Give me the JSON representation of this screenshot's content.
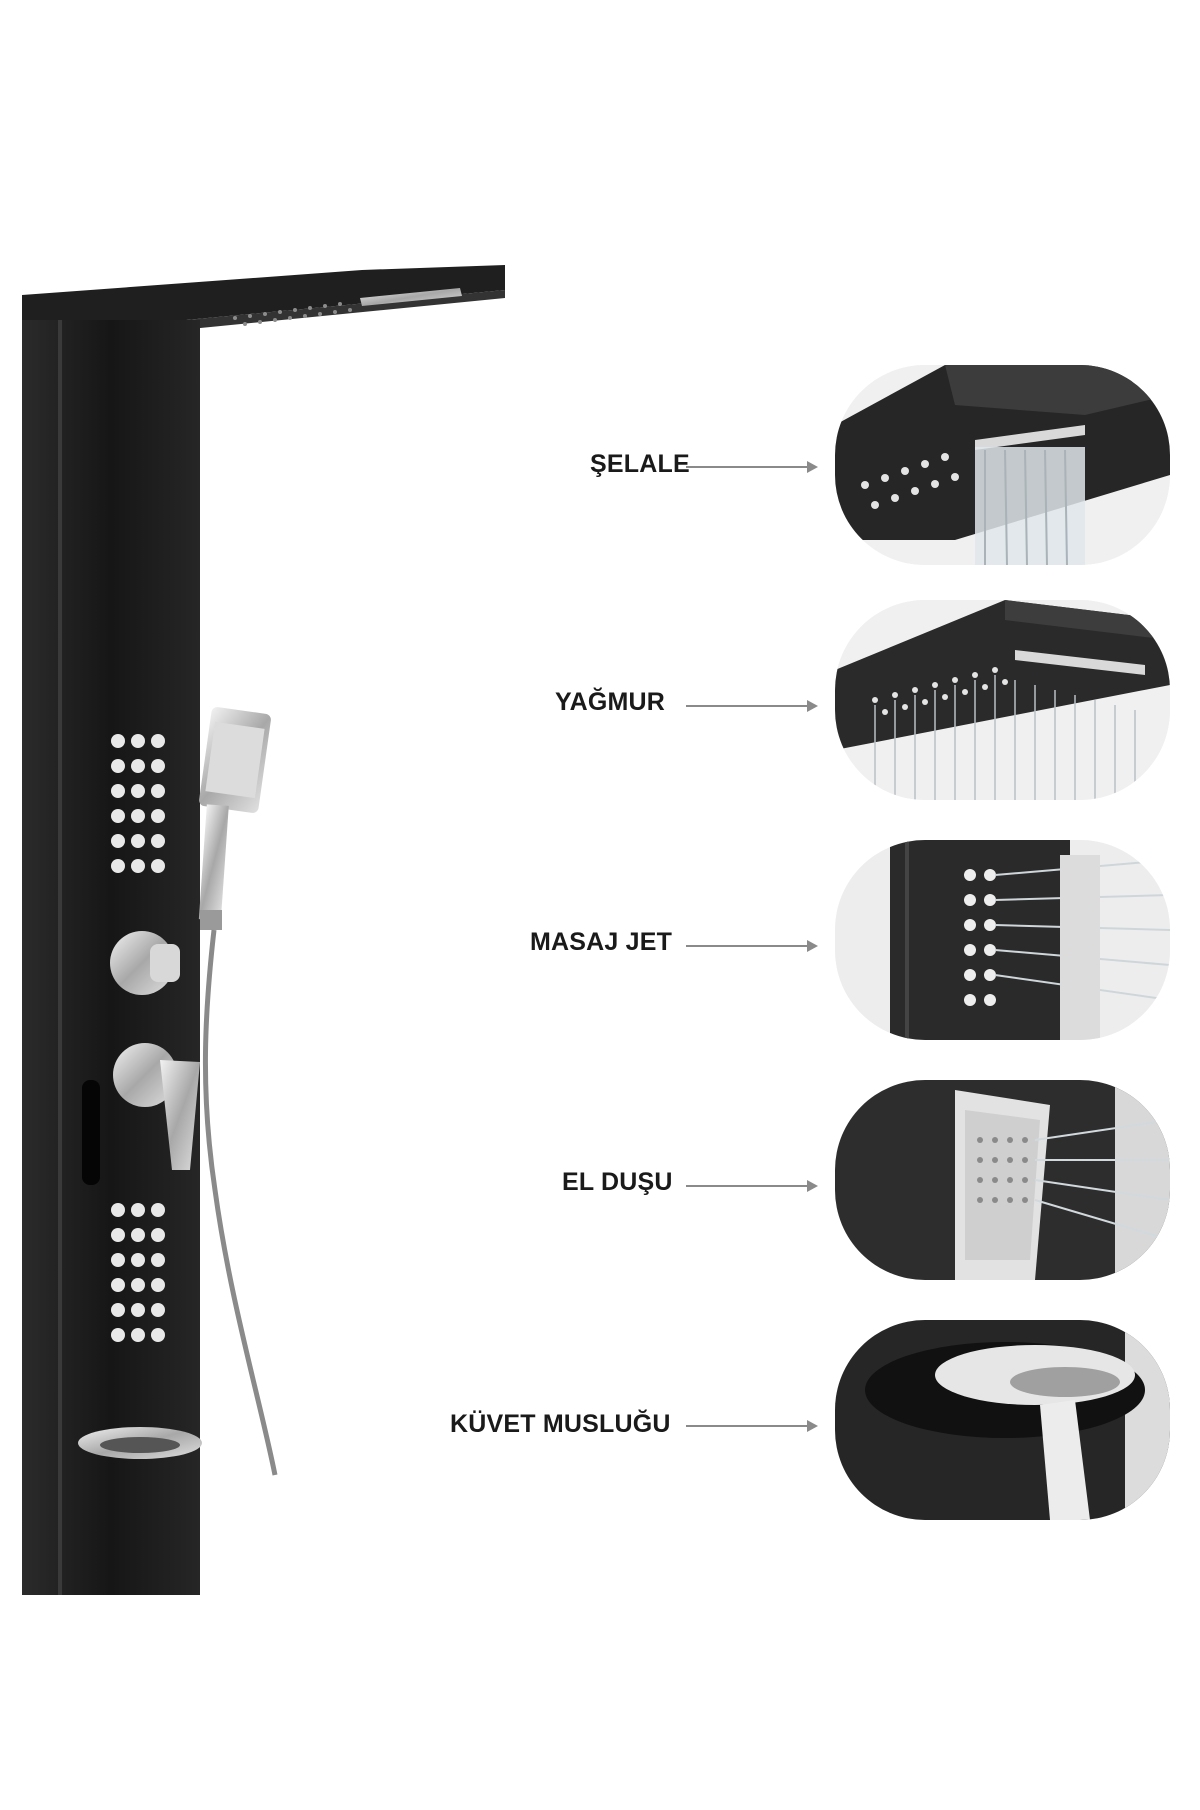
{
  "product": {
    "name": "shower-panel",
    "colors": {
      "panel": "#1e1e1e",
      "chrome": "#c9c9c9",
      "background": "#ffffff"
    }
  },
  "features": [
    {
      "label": "ŞELALE",
      "image": "waterfall-head-detail"
    },
    {
      "label": "YAĞMUR",
      "image": "rain-head-detail"
    },
    {
      "label": "MASAJ JET",
      "image": "massage-jets-detail"
    },
    {
      "label": "EL DUŞU",
      "image": "hand-shower-detail"
    },
    {
      "label": "KÜVET MUSLUĞU",
      "image": "tub-spout-detail"
    }
  ]
}
